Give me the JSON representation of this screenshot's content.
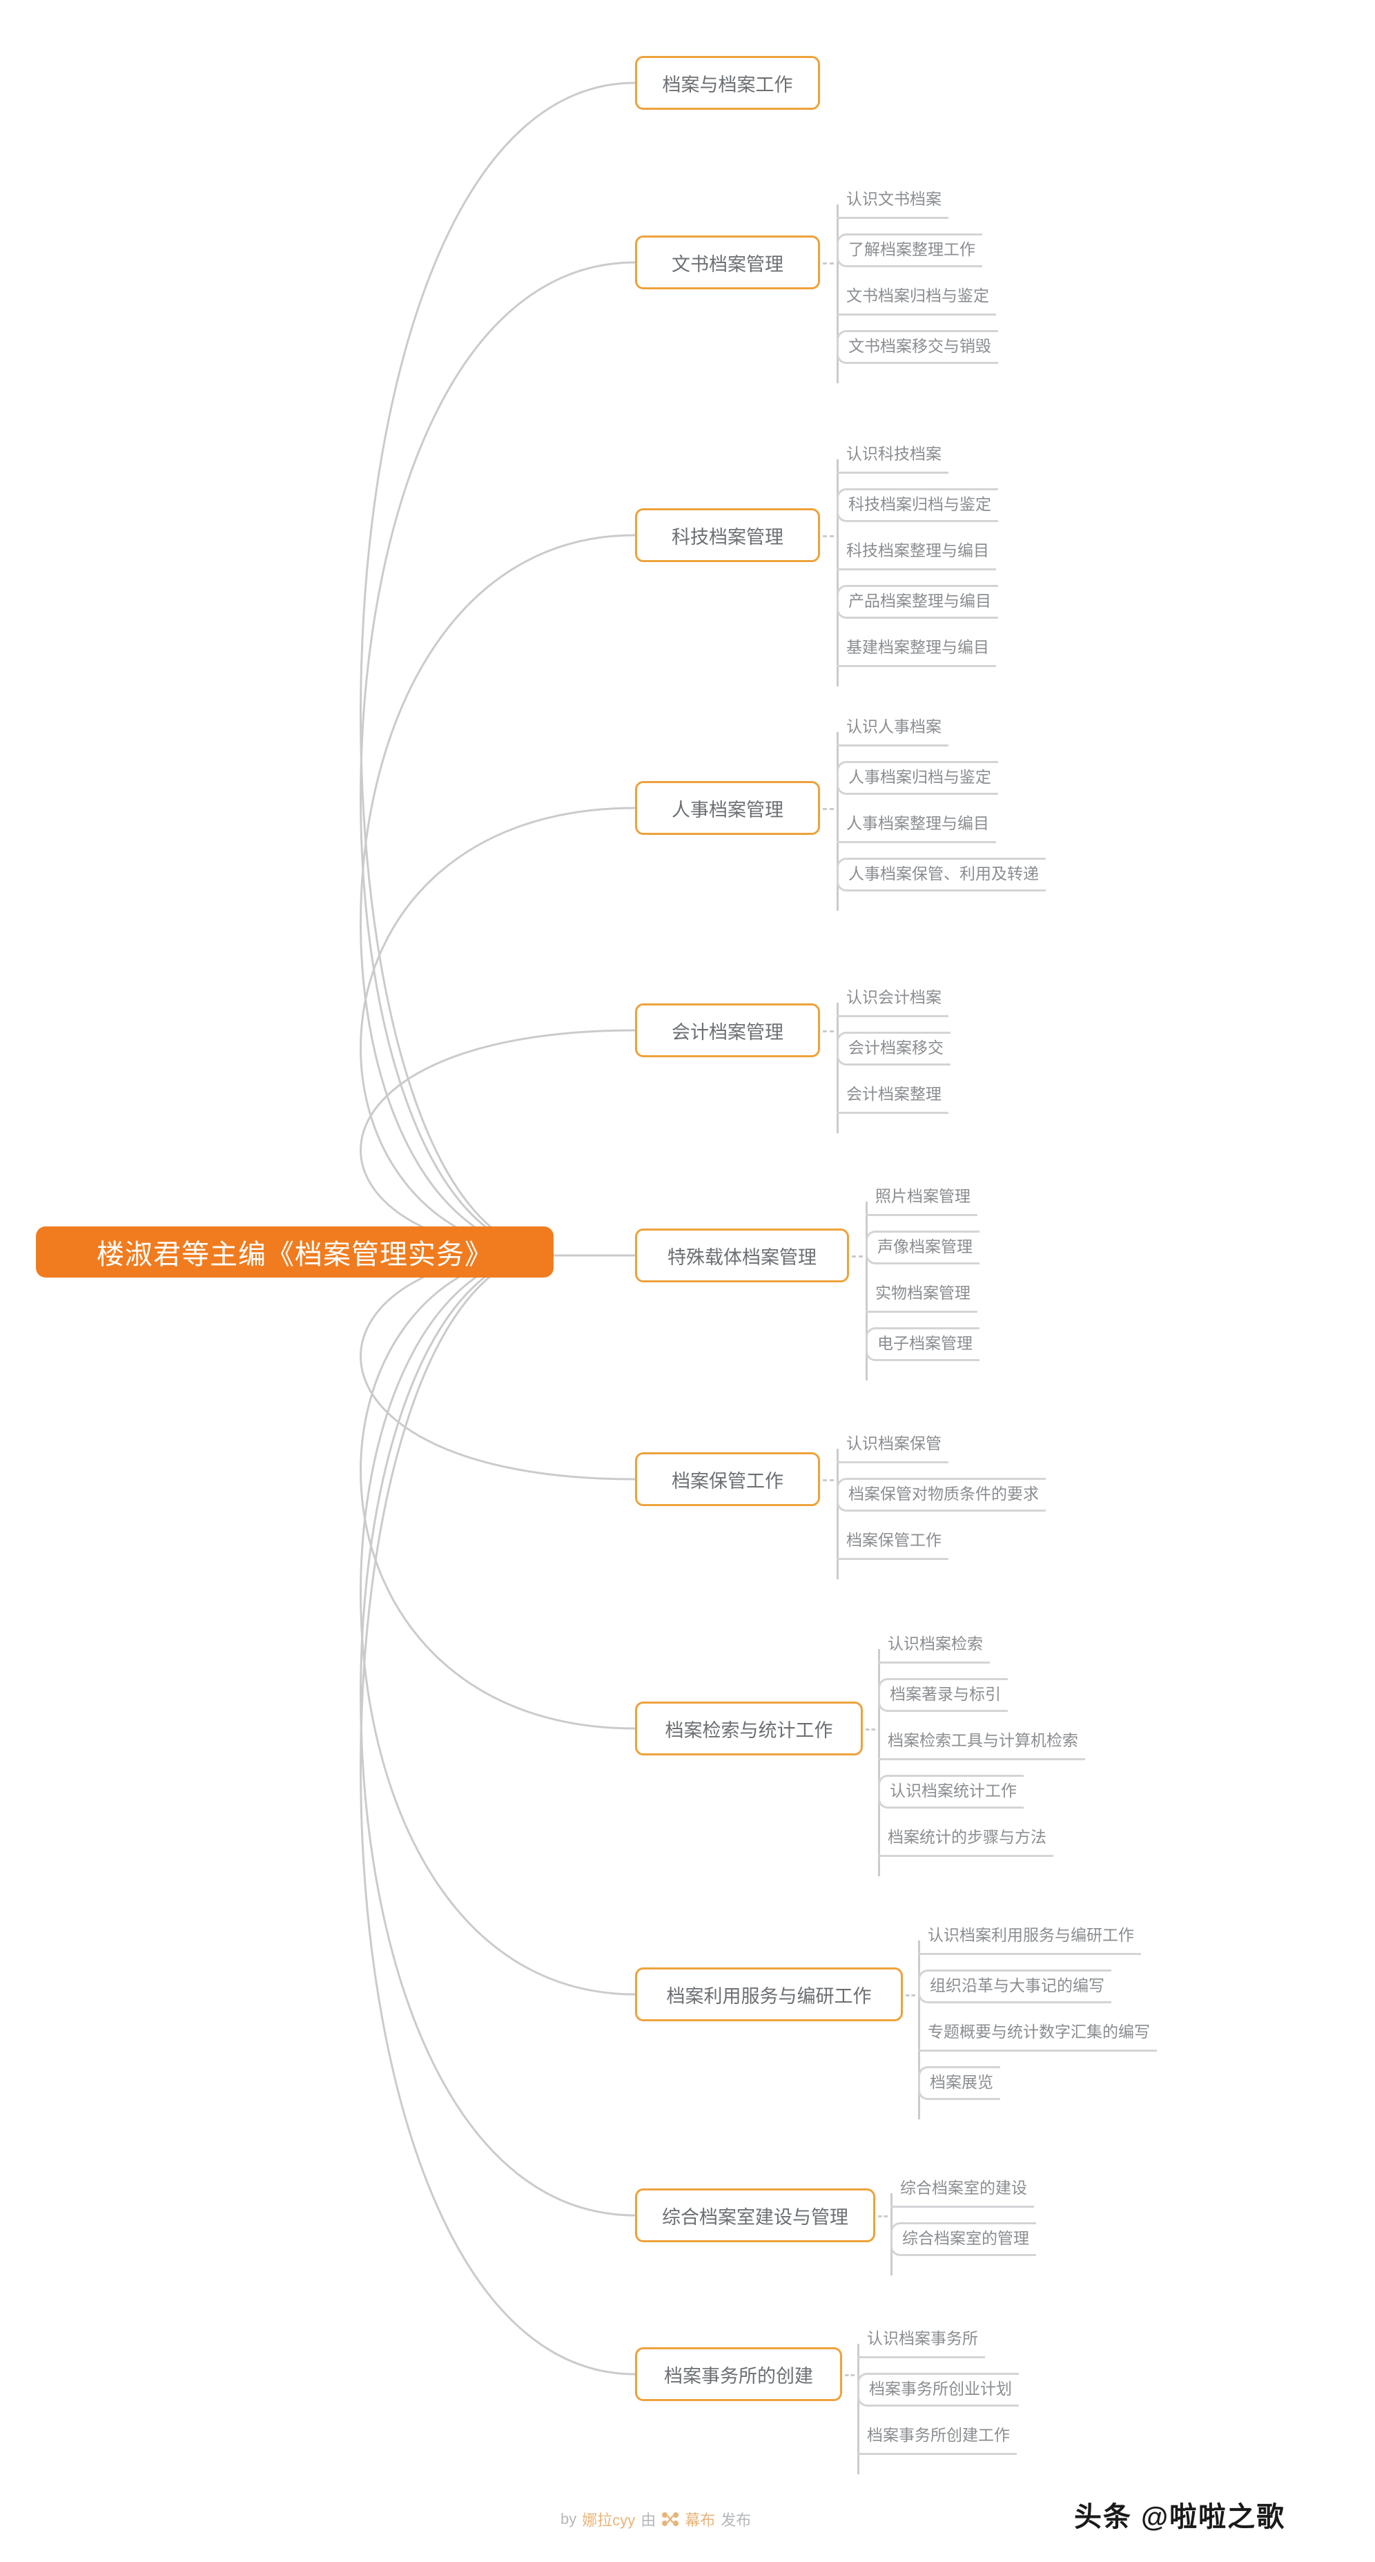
{
  "root": {
    "title": "楼淑君等主编《档案管理实务》"
  },
  "colors": {
    "root_bg": "#f07c1f",
    "root_text": "#ffffff",
    "branch_border": "#eda23b",
    "branch_text": "#6b6f73",
    "leaf_text": "#8a8d91",
    "connector": "#c9cbcd",
    "underline": "#d2d4d6",
    "footer_brand": "#e8b47a"
  },
  "branches": [
    {
      "label": "档案与档案工作",
      "children": []
    },
    {
      "label": "文书档案管理",
      "children": [
        "认识文书档案",
        "了解档案整理工作",
        "文书档案归档与鉴定",
        "文书档案移交与销毁"
      ]
    },
    {
      "label": "科技档案管理",
      "children": [
        "认识科技档案",
        "科技档案归档与鉴定",
        "科技档案整理与编目",
        "产品档案整理与编目",
        "基建档案整理与编目"
      ]
    },
    {
      "label": "人事档案管理",
      "children": [
        "认识人事档案",
        "人事档案归档与鉴定",
        "人事档案整理与编目",
        "人事档案保管、利用及转递"
      ]
    },
    {
      "label": "会计档案管理",
      "children": [
        "认识会计档案",
        "会计档案移交",
        "会计档案整理"
      ]
    },
    {
      "label": "特殊载体档案管理",
      "children": [
        "照片档案管理",
        "声像档案管理",
        "实物档案管理",
        "电子档案管理"
      ]
    },
    {
      "label": "档案保管工作",
      "children": [
        "认识档案保管",
        "档案保管对物质条件的要求",
        "档案保管工作"
      ]
    },
    {
      "label": "档案检索与统计工作",
      "children": [
        "认识档案检索",
        "档案著录与标引",
        "档案检索工具与计算机检索",
        "认识档案统计工作",
        "档案统计的步骤与方法"
      ]
    },
    {
      "label": "档案利用服务与编研工作",
      "children": [
        "认识档案利用服务与编研工作",
        "组织沿革与大事记的编写",
        "专题概要与统计数字汇集的编写",
        "档案展览"
      ]
    },
    {
      "label": "综合档案室建设与管理",
      "children": [
        "综合档案室的建设",
        "综合档案室的管理"
      ]
    },
    {
      "label": "档案事务所的创建",
      "children": [
        "认识档案事务所",
        "档案事务所创业计划",
        "档案事务所创建工作"
      ]
    }
  ],
  "footer": {
    "prefix": "by",
    "author": "娜拉cyy",
    "middle": "由",
    "brand": "幕布",
    "suffix": "发布"
  },
  "watermark": {
    "text": "头条 @啦啦之歌"
  }
}
